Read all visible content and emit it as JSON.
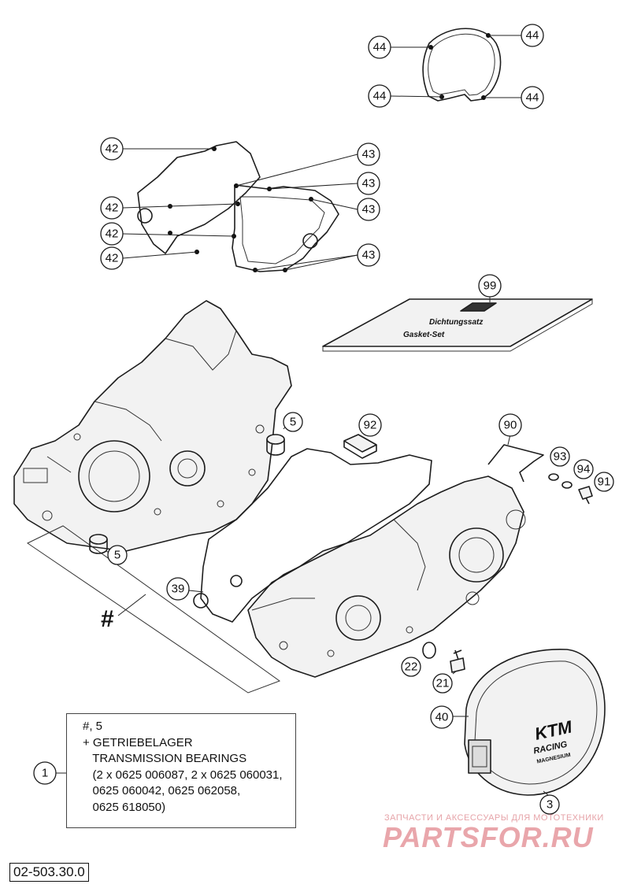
{
  "callouts": [
    {
      "id": "c44a",
      "label": "44"
    },
    {
      "id": "c44b",
      "label": "44"
    },
    {
      "id": "c44c",
      "label": "44"
    },
    {
      "id": "c44d",
      "label": "44"
    },
    {
      "id": "c42a",
      "label": "42"
    },
    {
      "id": "c42b",
      "label": "42"
    },
    {
      "id": "c42c",
      "label": "42"
    },
    {
      "id": "c42d",
      "label": "42"
    },
    {
      "id": "c43a",
      "label": "43"
    },
    {
      "id": "c43b",
      "label": "43"
    },
    {
      "id": "c43c",
      "label": "43"
    },
    {
      "id": "c43d",
      "label": "43"
    },
    {
      "id": "c99",
      "label": "99"
    },
    {
      "id": "c5a",
      "label": "5"
    },
    {
      "id": "c5b",
      "label": "5"
    },
    {
      "id": "c92",
      "label": "92"
    },
    {
      "id": "c90",
      "label": "90"
    },
    {
      "id": "c93",
      "label": "93"
    },
    {
      "id": "c94",
      "label": "94"
    },
    {
      "id": "c91",
      "label": "91"
    },
    {
      "id": "c39",
      "label": "39"
    },
    {
      "id": "c22",
      "label": "22"
    },
    {
      "id": "c21",
      "label": "21"
    },
    {
      "id": "c40",
      "label": "40"
    },
    {
      "id": "c3",
      "label": "3"
    },
    {
      "id": "c1",
      "label": "1"
    }
  ],
  "hash_symbol": "#",
  "gasket_kit_text": {
    "line1": "Dichtungssatz",
    "line2": "Gasket-Set"
  },
  "cover_logo": {
    "brand": "KTM",
    "line1": "RACING",
    "line2": "MAGNESIUM"
  },
  "note": {
    "lines": [
      "#, 5",
      "+ GETRIEBELAGER",
      "   TRANSMISSION BEARINGS",
      "   (2 x 0625 006087, 2 x 0625 060031,",
      "   0625 060042, 0625 062058,",
      "   0625 618050)"
    ]
  },
  "reference_number": "02-503.30.0",
  "watermark": {
    "subtitle": "ЗАПЧАСТИ И АКСЕССУАРЫ ДЛЯ МОТОТЕХНИКИ",
    "brand": "PARTSFOR.RU"
  },
  "colors": {
    "ink": "#1d1d1d",
    "watermark": "#e9a6ab"
  }
}
